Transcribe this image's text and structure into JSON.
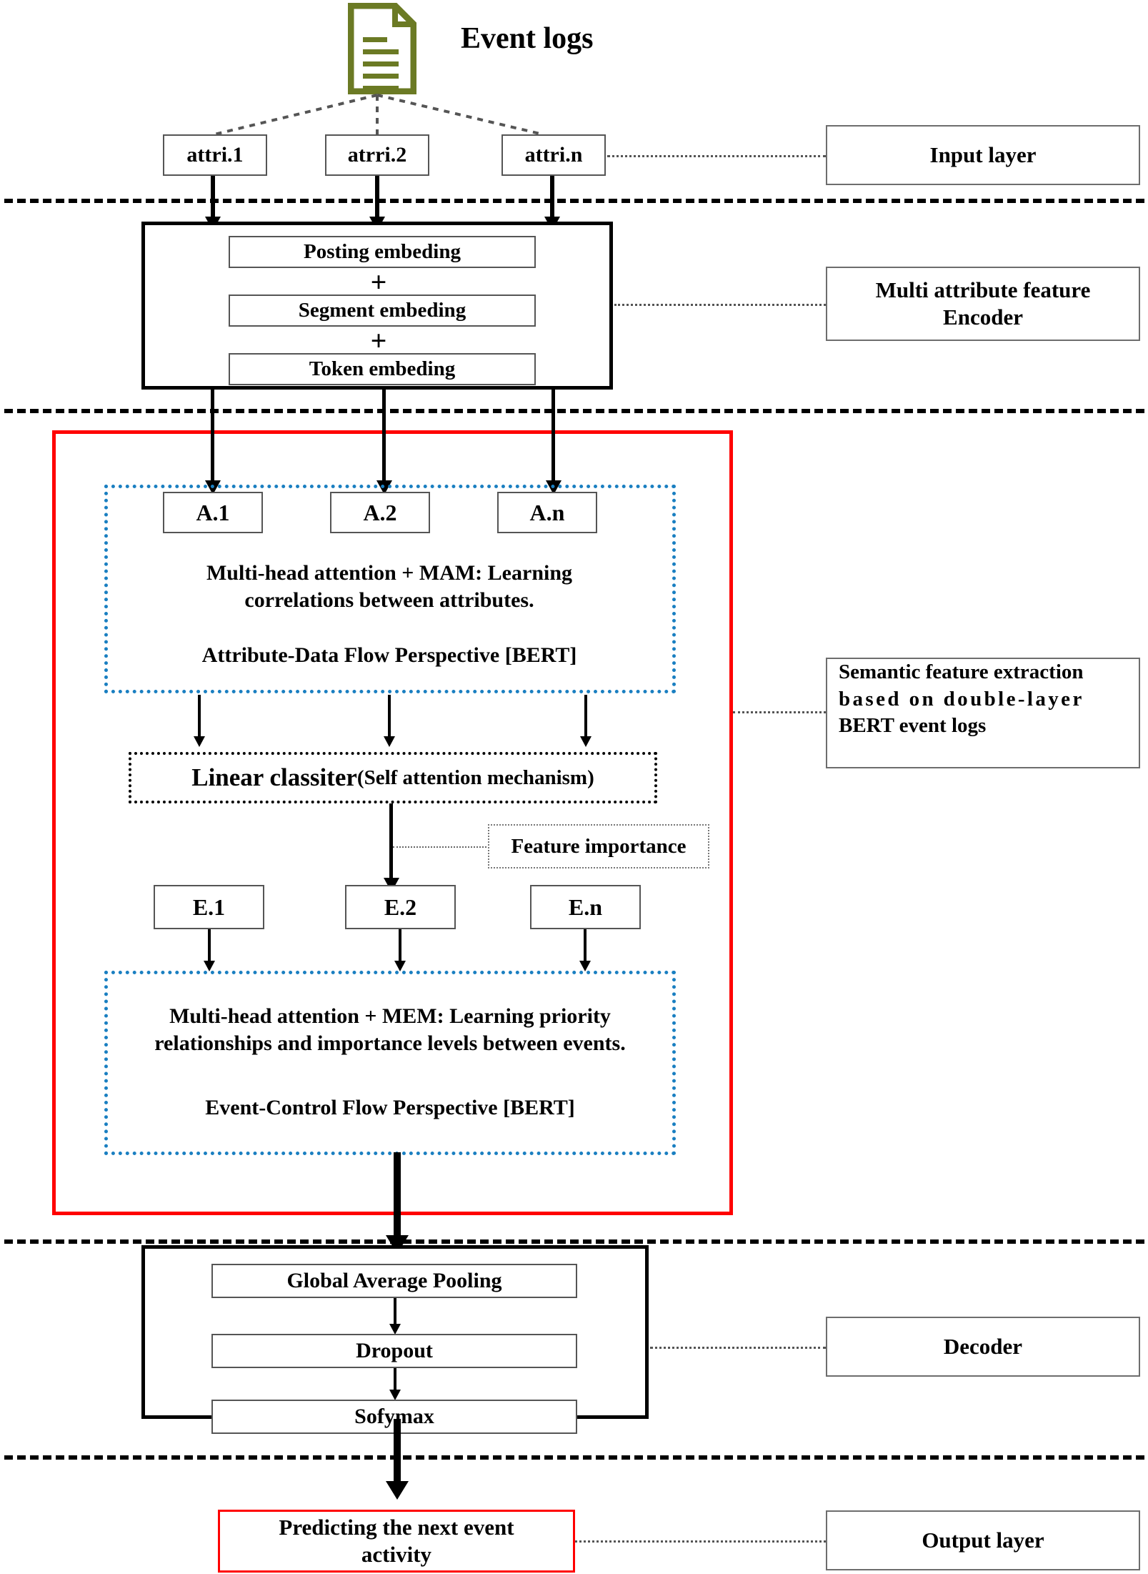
{
  "diagram": {
    "title": "Event logs",
    "source_icon": "document-icon",
    "colors": {
      "icon_olive": "#6b7a24",
      "accent_red": "#ff0000",
      "accent_blue": "#1a7fc1",
      "line_black": "#000000",
      "box_gray": "#6d6d6d"
    }
  },
  "input_layer": {
    "attributes": [
      "attri.1",
      "atrri.2",
      "attri.n"
    ],
    "side_label": "Input layer"
  },
  "encoder": {
    "items": [
      "Posting embeding",
      "Segment embeding",
      "Token embeding"
    ],
    "operator": "+",
    "side_label_line1": "Multi attribute feature",
    "side_label_line2": "Encoder"
  },
  "semantic": {
    "attribute_tokens": [
      "A.1",
      "A.2",
      "A.n"
    ],
    "attribute_block_line1": "Multi-head attention + MAM: Learning",
    "attribute_block_line2": "correlations between attributes.",
    "attribute_block_perspective": "Attribute-Data Flow Perspective [BERT]",
    "classifier_strong": "Linear classiter",
    "classifier_rest": "(Self attention mechanism)",
    "feature_importance": "Feature importance",
    "event_tokens": [
      "E.1",
      "E.2",
      "E.n"
    ],
    "event_block_line1": "Multi-head attention + MEM: Learning priority",
    "event_block_line2": "relationships and importance levels between events.",
    "event_block_perspective": "Event-Control Flow Perspective [BERT]",
    "side_label_line1": "Semantic feature extraction",
    "side_label_line2": "based on double-layer",
    "side_label_line3": "BERT event logs"
  },
  "decoder": {
    "items": [
      "Global Average Pooling",
      "Dropout",
      "Sofymax"
    ],
    "side_label": "Decoder"
  },
  "output_layer": {
    "prediction_line1": "Predicting the next event",
    "prediction_line2": "activity",
    "side_label": "Output layer"
  }
}
